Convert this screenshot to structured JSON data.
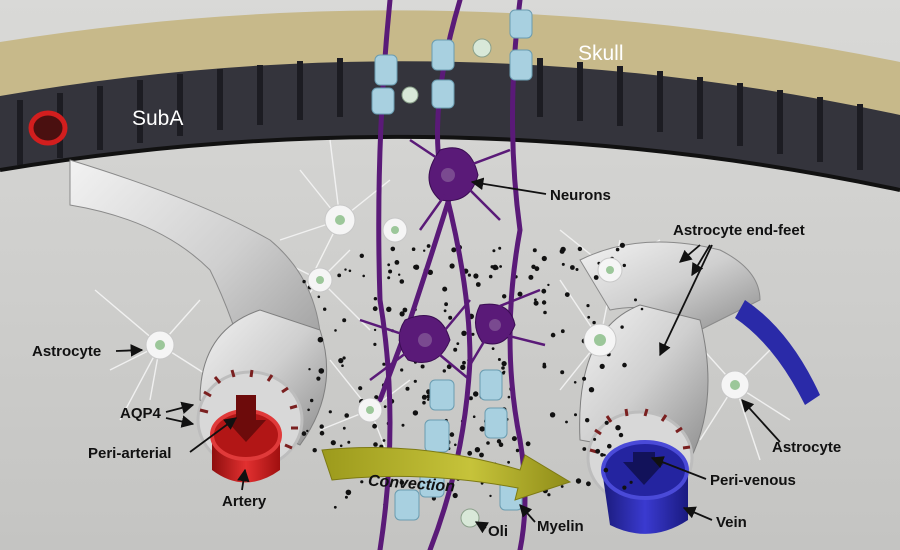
{
  "labels": {
    "skull": "Skull",
    "suba": "SubA",
    "neurons": "Neurons",
    "astrocyte_end_feet": "Astrocyte end-feet",
    "astrocyte_left": "Astrocyte",
    "aqp4": "AQP4",
    "peri_arterial": "Peri-arterial",
    "artery": "Artery",
    "convection": "Convection",
    "oli": "Oli",
    "myelin": "Myelin",
    "vein": "Vein",
    "peri_venous": "Peri-venous",
    "astrocyte_right": "Astrocyte"
  },
  "colors": {
    "skull": "#c7b98a",
    "subarachnoid": "#34343c",
    "brain_tissue": "#cfcfcd",
    "artery": "#c81a1a",
    "vein": "#2a2aa8",
    "neuron": "#5a1a78",
    "myelin": "#a8d0e0",
    "astrocyte": "#f4f4f4",
    "convection_arrow": "#b7b42a"
  }
}
